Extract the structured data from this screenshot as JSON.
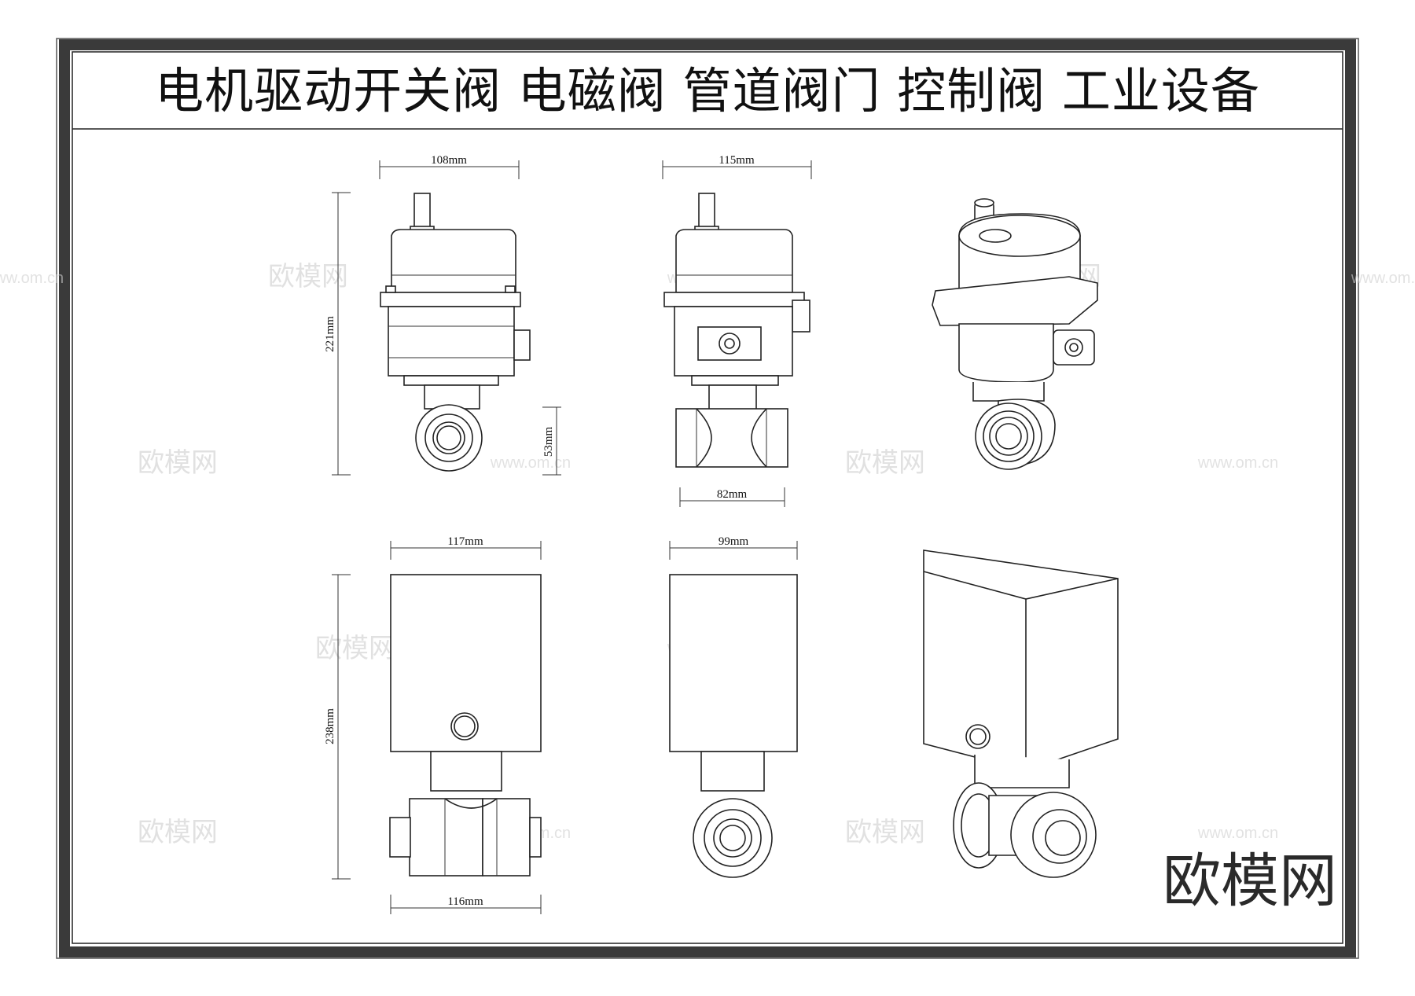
{
  "title": "电机驱动开关阀  电磁阀  管道阀门  控制阀  工业设备",
  "brand_logo": "欧模网",
  "watermarks": {
    "cn": "欧模网",
    "url": "www.om.cn"
  },
  "dimensions": {
    "front_width": "108mm",
    "front_height": "221mm",
    "front_pipe_height": "53mm",
    "side_width": "115mm",
    "side_pipe_width": "82mm",
    "box_front_width": "117mm",
    "box_front_height": "238mm",
    "box_front_pipe_width": "116mm",
    "box_side_width": "99mm"
  }
}
